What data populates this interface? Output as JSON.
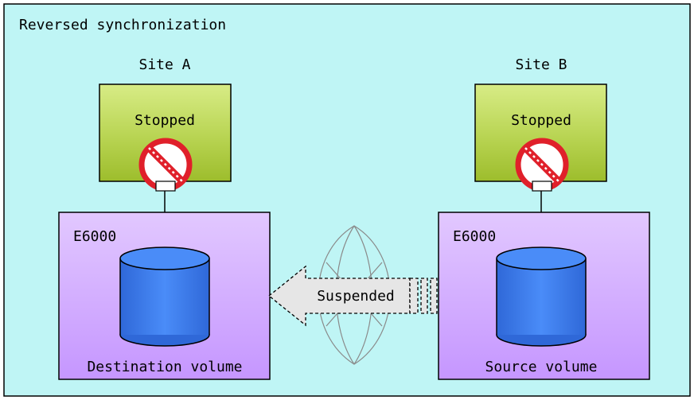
{
  "title": "Reversed synchronization",
  "sites": [
    {
      "site_label": "Site A",
      "server_status": "Stopped",
      "storage_label": "E6000",
      "volume_label": "Destination volume"
    },
    {
      "site_label": "Site B",
      "server_status": "Stopped",
      "storage_label": "E6000",
      "volume_label": "Source volume"
    }
  ],
  "link_status": "Suspended",
  "colors": {
    "background": "#bff5f5",
    "server_fill": "#bcd85a",
    "storage_fill": "#cc99ff",
    "volume_fill": "#3c7ef2",
    "stop_red": "#e0202a",
    "arrow_fill": "#e6e6e6"
  },
  "icons": [
    "stop-icon",
    "stop-icon",
    "cylinder-icon",
    "cylinder-icon",
    "arrow-left-icon",
    "network-link-icon"
  ]
}
